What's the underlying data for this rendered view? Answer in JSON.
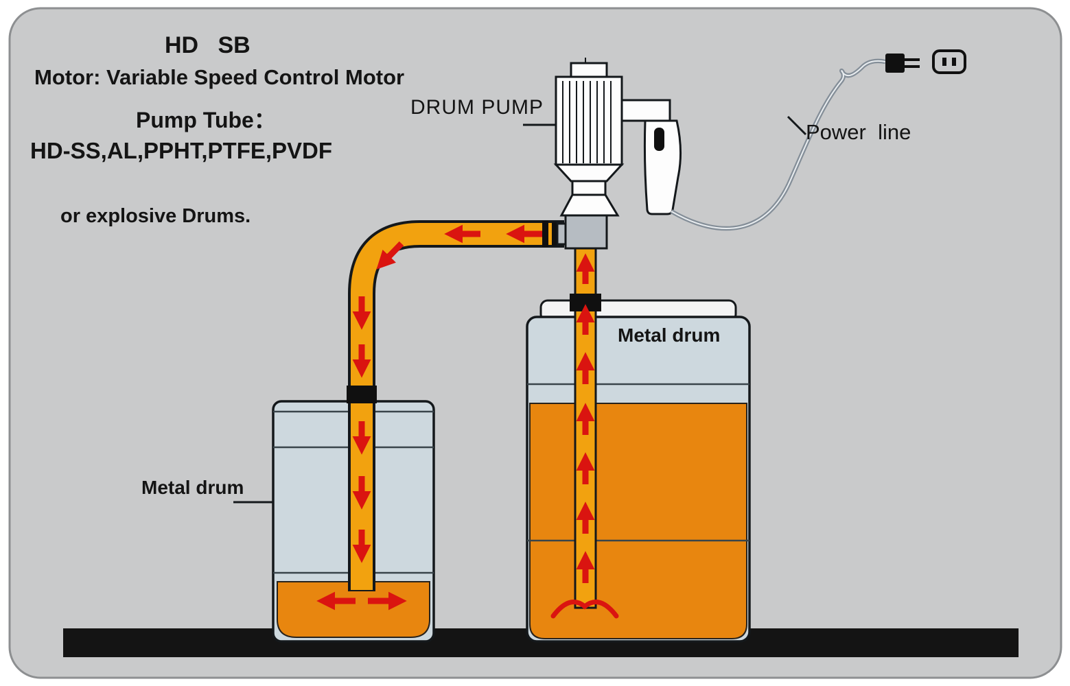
{
  "diagram": {
    "header": {
      "model": "HD   SB",
      "motor": "Motor: Variable Speed Control Motor",
      "pump_tube_title": "Pump Tube：",
      "pump_tube_materials": "HD-SS,AL,PPHT,PTFE,PVDF",
      "note": "or explosive Drums."
    },
    "labels": {
      "drum_pump": "DRUM PUMP",
      "power_line": "Power  line",
      "metal_drum_right": "Metal drum",
      "metal_drum_left": "Metal drum"
    },
    "icons": [
      "power-plug-icon",
      "power-socket-icon"
    ],
    "colors": {
      "background": "#c9cacb",
      "drum": "#cdd8de",
      "liquid": "#e8860f",
      "tube": "#f2a20f",
      "arrow": "#da1410",
      "floor": "#141414",
      "cord": "#848e98"
    }
  }
}
